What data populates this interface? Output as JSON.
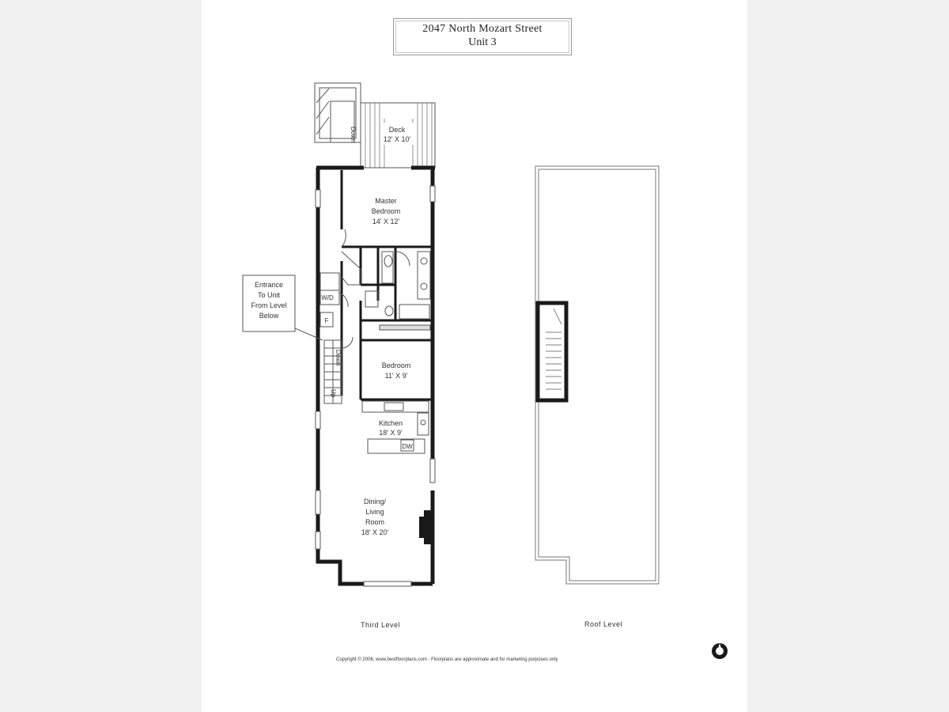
{
  "title": {
    "line1": "2047 North Mozart Street",
    "line2": "Unit 3"
  },
  "rooms": {
    "deck": {
      "name": "Deck",
      "size": "12' X 10'"
    },
    "master_bedroom": {
      "name_line1": "Master",
      "name_line2": "Bedroom",
      "size": "14' X 12'"
    },
    "bedroom": {
      "name": "Bedroom",
      "size": "11' X 9'"
    },
    "kitchen": {
      "name": "Kitchen",
      "size": "18' X 9'"
    },
    "dining_living": {
      "name_line1": "Dining/",
      "name_line2": "Living",
      "name_line3": "Room",
      "size": "18' X 20'"
    }
  },
  "small_labels": {
    "stair_down_top": "Down",
    "stair_down_mid": "Down",
    "stair_up": "Up",
    "wd": "W/D",
    "f": "F",
    "dw": "DW"
  },
  "entrance_callout": {
    "line1": "Entrance",
    "line2": "To Unit",
    "line3": "From Level",
    "line4": "Below"
  },
  "levels": {
    "third": "Third Level",
    "roof": "Roof Level"
  },
  "copyright": "Copyright © 2006, www.bestfloorplans.com - Floorplans are approximate and for marketing purposes only",
  "colors": {
    "wall": "#1a1a1a",
    "line": "#555555",
    "background": "#ffffff",
    "page_margin": "#f1f1f1"
  }
}
